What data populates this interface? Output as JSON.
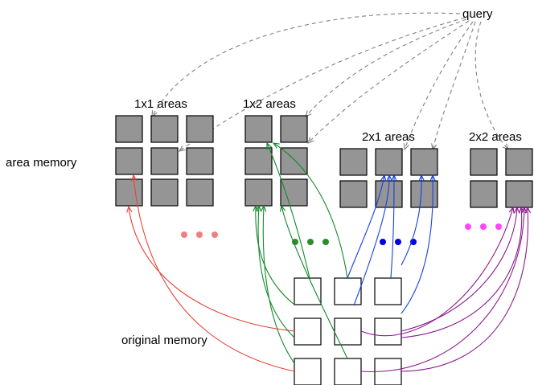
{
  "labels": {
    "query": "query",
    "area_memory": "area memory",
    "original_memory": "original memory",
    "group_1x1": "1x1 areas",
    "group_1x2": "1x2 areas",
    "group_2x1": "2x1 areas",
    "group_2x2": "2x2 areas"
  },
  "colors": {
    "query_arrows": "#808080",
    "group_1x1": "#e8453c",
    "group_1x2": "#12892a",
    "group_2x1": "#1540e0",
    "group_2x2": "#8a1a8f",
    "dots_1x1": "#f08080",
    "dots_1x2": "#2e8b2e",
    "dots_2x1": "#0000dd",
    "dots_2x2": "#ff44ff"
  },
  "legend_dots": "• • •"
}
